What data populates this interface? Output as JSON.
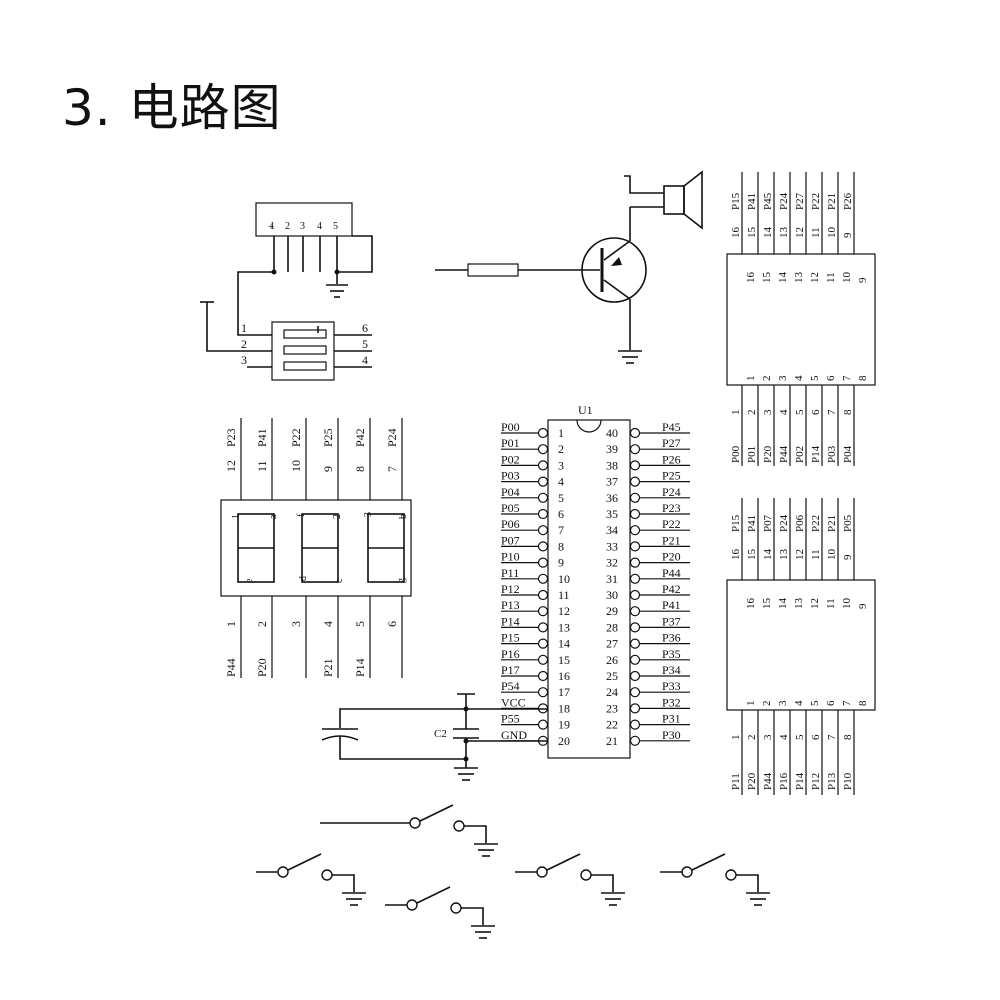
{
  "title": "3. 电路图",
  "mcu": {
    "ref": "U1",
    "left_pins": [
      {
        "num": "1",
        "name": "P00"
      },
      {
        "num": "2",
        "name": "P01"
      },
      {
        "num": "3",
        "name": "P02"
      },
      {
        "num": "4",
        "name": "P03"
      },
      {
        "num": "5",
        "name": "P04"
      },
      {
        "num": "6",
        "name": "P05"
      },
      {
        "num": "7",
        "name": "P06"
      },
      {
        "num": "8",
        "name": "P07"
      },
      {
        "num": "9",
        "name": "P10"
      },
      {
        "num": "10",
        "name": "P11"
      },
      {
        "num": "11",
        "name": "P12"
      },
      {
        "num": "12",
        "name": "P13"
      },
      {
        "num": "13",
        "name": "P14"
      },
      {
        "num": "14",
        "name": "P15"
      },
      {
        "num": "15",
        "name": "P16"
      },
      {
        "num": "16",
        "name": "P17"
      },
      {
        "num": "17",
        "name": "P54"
      },
      {
        "num": "18",
        "name": "VCC"
      },
      {
        "num": "19",
        "name": "P55"
      },
      {
        "num": "20",
        "name": "GND"
      }
    ],
    "right_pins": [
      {
        "num": "40",
        "name": "P45"
      },
      {
        "num": "39",
        "name": "P27"
      },
      {
        "num": "38",
        "name": "P26"
      },
      {
        "num": "37",
        "name": "P25"
      },
      {
        "num": "36",
        "name": "P24"
      },
      {
        "num": "35",
        "name": "P23"
      },
      {
        "num": "34",
        "name": "P22"
      },
      {
        "num": "33",
        "name": "P21"
      },
      {
        "num": "32",
        "name": "P20"
      },
      {
        "num": "31",
        "name": "P44"
      },
      {
        "num": "30",
        "name": "P42"
      },
      {
        "num": "29",
        "name": "P41"
      },
      {
        "num": "28",
        "name": "P37"
      },
      {
        "num": "27",
        "name": "P36"
      },
      {
        "num": "26",
        "name": "P35"
      },
      {
        "num": "25",
        "name": "P34"
      },
      {
        "num": "24",
        "name": "P33"
      },
      {
        "num": "23",
        "name": "P32"
      },
      {
        "num": "22",
        "name": "P31"
      },
      {
        "num": "21",
        "name": "P30"
      }
    ]
  },
  "capacitor_label": "C2",
  "seg_display": {
    "top_pins": [
      {
        "num": "12",
        "net": "P23"
      },
      {
        "num": "11",
        "net": "P41"
      },
      {
        "num": "10",
        "net": "P22"
      },
      {
        "num": "9",
        "net": "P25"
      },
      {
        "num": "8",
        "net": "P42"
      },
      {
        "num": "7",
        "net": "P24"
      }
    ],
    "bottom_pins": [
      {
        "num": "1",
        "net": "P44"
      },
      {
        "num": "2",
        "net": "P20"
      },
      {
        "num": "3",
        "net": ""
      },
      {
        "num": "4",
        "net": "P21"
      },
      {
        "num": "5",
        "net": "P14"
      },
      {
        "num": "6",
        "net": ""
      }
    ],
    "digit_marks": [
      "1",
      "a",
      "f",
      "2",
      "3",
      "b",
      "e",
      "d",
      "c",
      "g"
    ]
  },
  "connector": {
    "pins": [
      "1",
      "2",
      "3",
      "4",
      "5"
    ]
  },
  "switch_pins": {
    "left": [
      "1",
      "2",
      "3"
    ],
    "right": [
      "6",
      "5",
      "4"
    ]
  },
  "matrix_upper": {
    "top_nets": [
      "P15",
      "P41",
      "P45",
      "P24",
      "P27",
      "P22",
      "P21",
      "P26"
    ],
    "bottom_nets": [
      "P00",
      "P01",
      "P20",
      "P44",
      "P02",
      "P14",
      "P03",
      "P04"
    ]
  },
  "matrix_lower": {
    "top_nets": [
      "P15",
      "P41",
      "P07",
      "P24",
      "P06",
      "P22",
      "P21",
      "P05"
    ],
    "bottom_nets": [
      "P11",
      "P20",
      "P44",
      "P16",
      "P14",
      "P12",
      "P13",
      "P10"
    ]
  },
  "matrix_pin_numbers": {
    "top": [
      "16",
      "15",
      "14",
      "13",
      "12",
      "11",
      "10",
      "9"
    ],
    "bottom": [
      "1",
      "2",
      "3",
      "4",
      "5",
      "6",
      "7",
      "8"
    ]
  }
}
